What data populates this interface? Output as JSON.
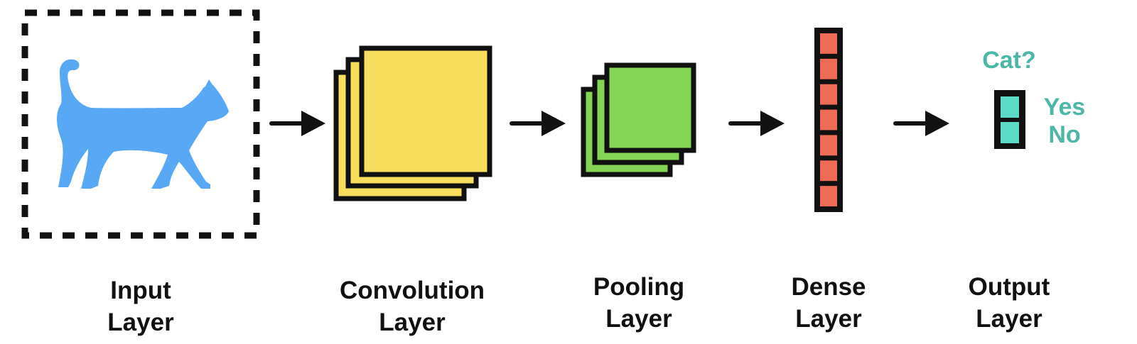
{
  "diagram": {
    "stages": [
      {
        "id": "input",
        "label_line1": "Input",
        "label_line2": "Layer"
      },
      {
        "id": "convolution",
        "label_line1": "Convolution",
        "label_line2": "Layer"
      },
      {
        "id": "pooling",
        "label_line1": "Pooling",
        "label_line2": "Layer"
      },
      {
        "id": "dense",
        "label_line1": "Dense",
        "label_line2": "Layer"
      },
      {
        "id": "output",
        "label_line1": "Output",
        "label_line2": "Layer"
      }
    ],
    "output": {
      "question": "Cat?",
      "options": [
        "Yes",
        "No"
      ]
    },
    "dense_unit_count": 7,
    "colors": {
      "cat": "#58a8f5",
      "convolution": "#f7de5c",
      "pooling": "#84d455",
      "dense": "#ee6c55",
      "output": "#5ddac6",
      "output_text": "#4cb7a6",
      "outline": "#111111"
    },
    "icons": [
      "cat-silhouette-icon",
      "arrow-right-icon"
    ]
  }
}
